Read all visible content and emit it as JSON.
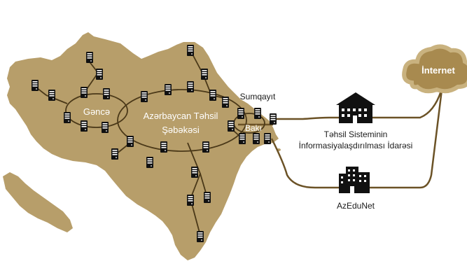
{
  "labels": {
    "ganja": "Gəncə",
    "network_line1": "Azərbaycan Təhsil",
    "network_line2": "Şəbəkəsi",
    "sumqayit": "Sumqayıt",
    "baku": "Bakı",
    "internet": "İnternet",
    "ministry_line1": "Təhsil Sisteminin",
    "ministry_line2": "İnformasiyalaşdırılması İdarəsi",
    "azedunet": "AzEduNet"
  },
  "colors": {
    "map": "#b79e6a",
    "line": "#6b5226",
    "cloud": "#a88a4f",
    "cloud_edge": "#c9b27f",
    "ring": "#5a4420",
    "text_on_map": "#ffffff",
    "text_dark": "#1a1a1a",
    "server": "#111111"
  },
  "icons": {
    "node": "server-icon",
    "building": "building-icon",
    "cloud": "cloud-icon"
  }
}
